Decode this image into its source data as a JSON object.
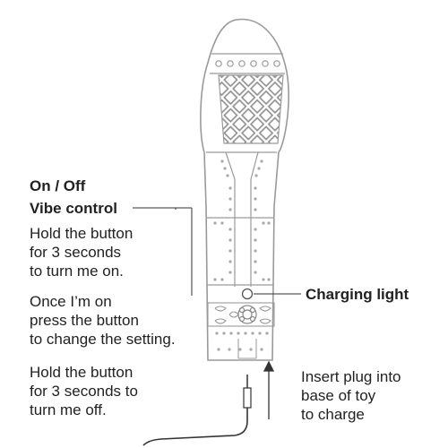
{
  "labels": {
    "on_off": "On / Off",
    "vibe_control": "Vibe control",
    "hold_on": [
      "Hold the button",
      "for 3 seconds",
      "to turn me on."
    ],
    "once_on": [
      "Once I’m on",
      "press the button",
      "to change the setting."
    ],
    "hold_off": [
      "Hold the button",
      "for 3 seconds to",
      "turn me off."
    ],
    "charging_light": "Charging light",
    "insert_plug": [
      "Insert plug into",
      "base of toy",
      "to charge"
    ]
  },
  "colors": {
    "outline": "#9a9a9a",
    "text": "#222222",
    "leader": "#333333"
  }
}
